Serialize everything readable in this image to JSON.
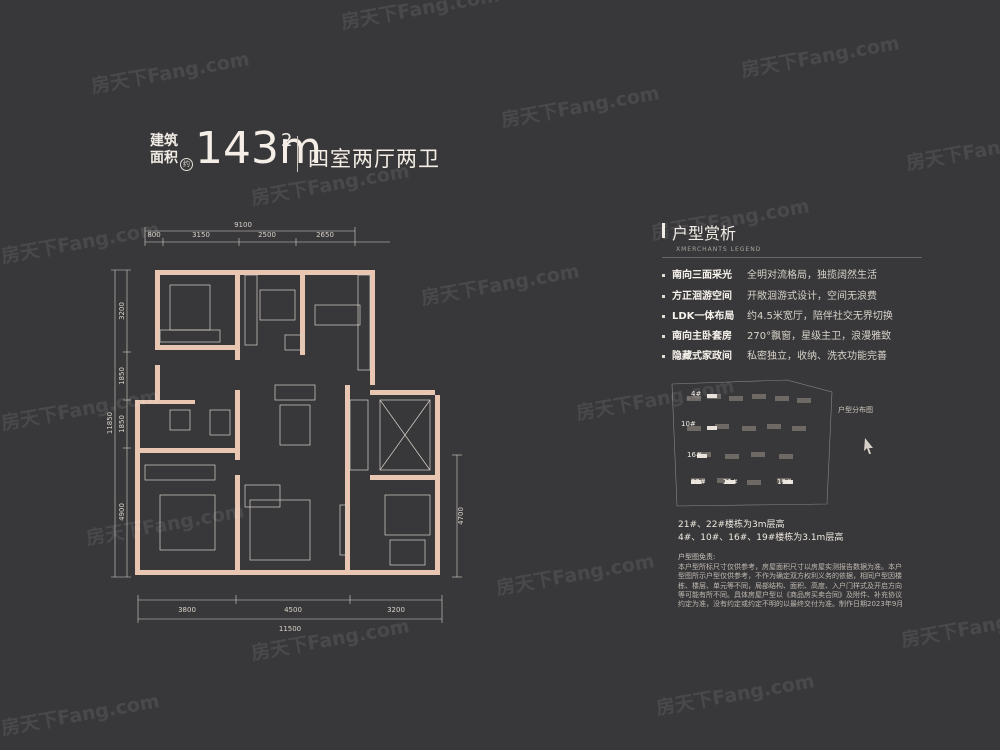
{
  "header": {
    "area_label_line1": "建筑",
    "area_label_line2": "面积",
    "area_circle": "约",
    "area_value": "143m",
    "area_superscript": "2",
    "layout_type": "四室两厅两卫"
  },
  "analysis": {
    "title": "户型赏析",
    "subtitle": "XMERCHANTS LEGEND",
    "features": [
      {
        "key": "南向三面采光",
        "value": "全明对流格局，独揽阔然生活"
      },
      {
        "key": "方正洄游空间",
        "value": "开敞洄游式设计，空间无浪费"
      },
      {
        "key": "LDK一体布局",
        "value": "约4.5米宽厅，陪伴社交无界切换"
      },
      {
        "key": "南向主卧套房",
        "value": "270°飘窗，星级主卫，浪漫雅致"
      },
      {
        "key": "隐藏式家政间",
        "value": "私密独立，收纳、洗衣功能完善"
      }
    ]
  },
  "site_plan": {
    "label": "户型分布图",
    "buildings": [
      "4#",
      "10#",
      "16#",
      "22#",
      "21#",
      "19#"
    ]
  },
  "notes": {
    "line1": "21#、22#楼栋为3m层高",
    "line2": "4#、10#、16#、19#楼栋为3.1m层高",
    "disclaimer_title": "户型图免责:",
    "disclaimer_body": "本户型所标尺寸仅供参考，房屋面积尺寸以房屋实测报告数据为准。本户型图所示户型仅供参考，不作为确定双方权利义务的依据，相同户型因楼栋、楼层、单元等不同，局部结构、面积、高度、入户门样式及开启方向等可能有所不同。具体房屋户型以《商品房买卖合同》及附件、补充协议约定为准，没有约定或约定不明的以最终交付为准。制作日期2023年9月"
  },
  "dimensions": {
    "top_total": "9100",
    "top": [
      "800",
      "3150",
      "2500",
      "2650"
    ],
    "bottom": [
      "3800",
      "4500",
      "3200"
    ],
    "bottom_total": "11500",
    "left": [
      "3200",
      "1850",
      "1850",
      "4900"
    ],
    "left_total": "11850",
    "right": "4700"
  },
  "watermark": "房天下Fang.com",
  "colors": {
    "background": "#38383a",
    "wall": "#e8c6b2",
    "text": "#f0ebe4"
  }
}
